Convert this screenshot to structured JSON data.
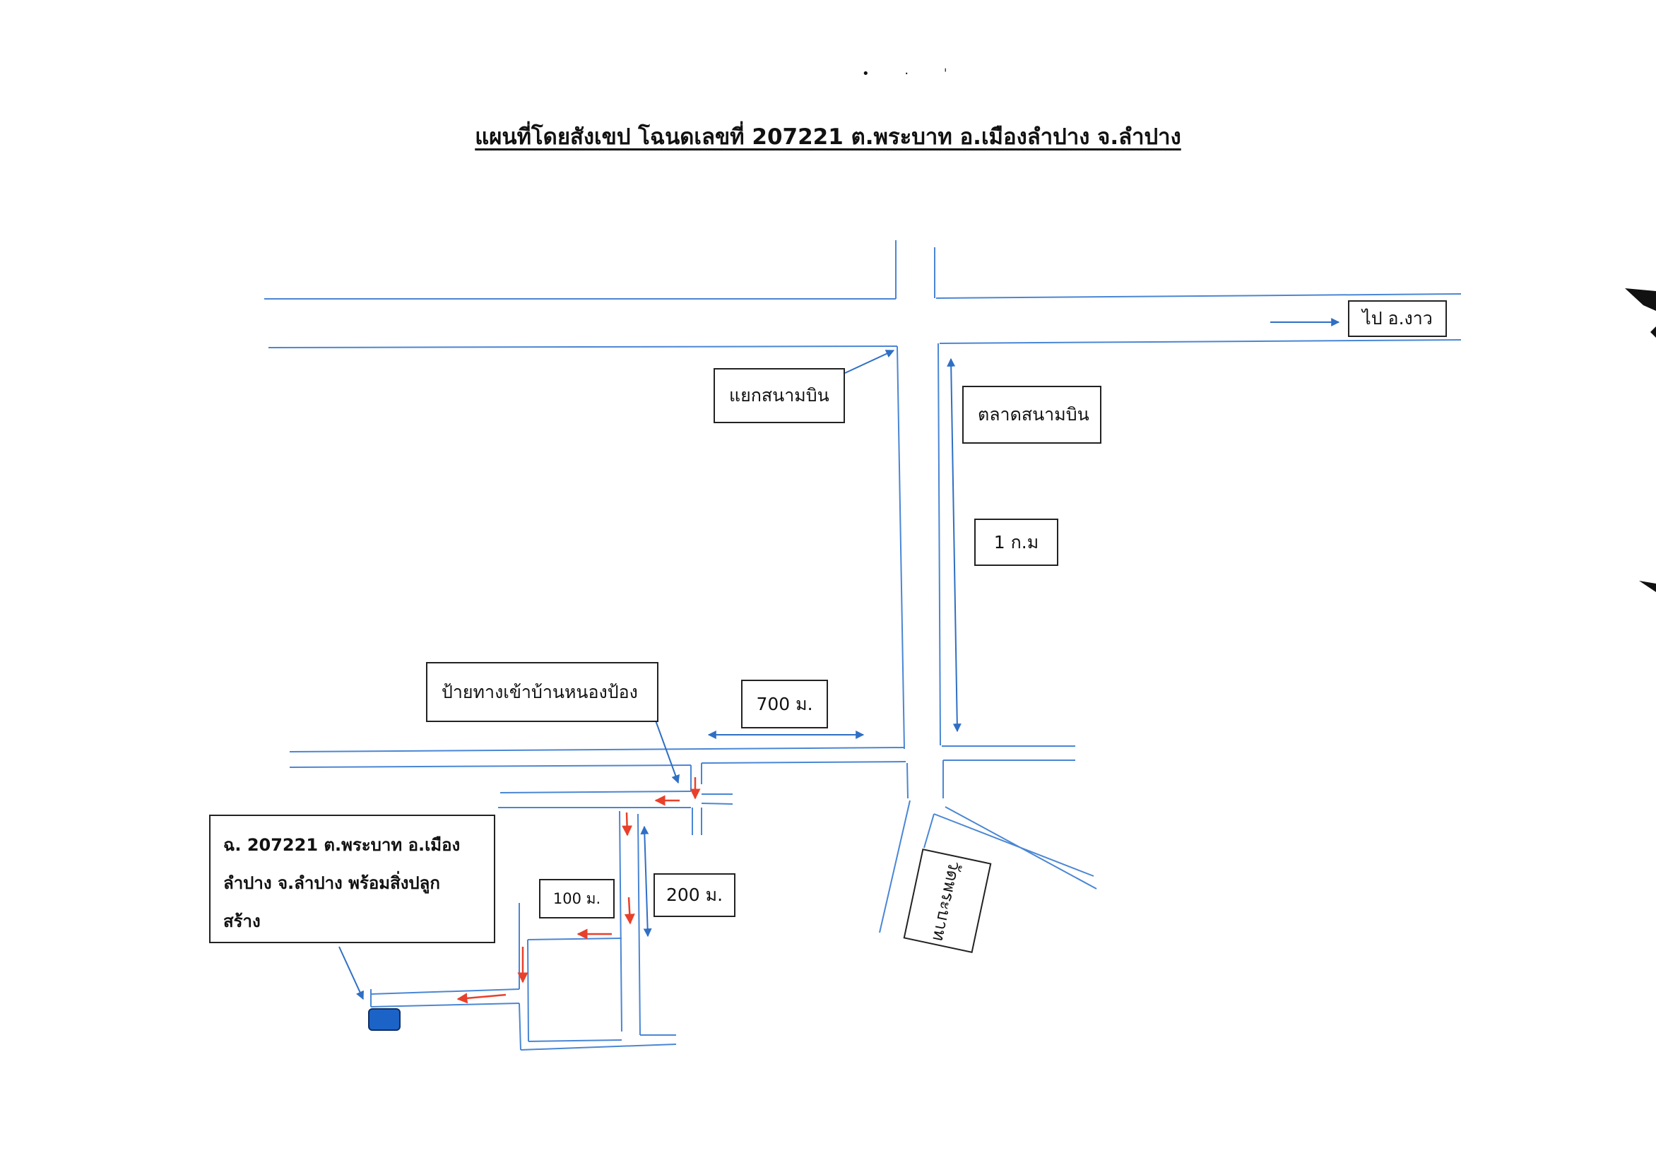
{
  "title": "แผนที่โดยสังเขป โฉนดเลขที่ 207221 ต.พระบาท อ.เมืองลำปาง จ.ลำปาง",
  "labels": {
    "to_ngao": "ไป อ.งาว",
    "airport_junction": "แยกสนามบิน",
    "airport_market": "ตลาดสนามบิน",
    "distance_1km": "1 ก.ม",
    "nong_pong_sign": "ป้ายทางเข้าบ้านหนองป้อง",
    "distance_700m": "700 ม.",
    "distance_200m": "200 ม.",
    "distance_100m": "100 ม.",
    "wat_phrabat": "วัดพระบาท"
  },
  "plot": {
    "line1": "ฉ. 207221 ต.พระบาท อ.เมือง",
    "line2": "ลำปาง จ.ลำปาง พร้อมสิ่งปลูก",
    "line3": "สร้าง"
  },
  "header_marks": "• · ˈ",
  "colors": {
    "road": "#4a86d4",
    "arrow_blue": "#2f6fc4",
    "arrow_red": "#e8402a",
    "plot_marker": "#1c63c8"
  }
}
